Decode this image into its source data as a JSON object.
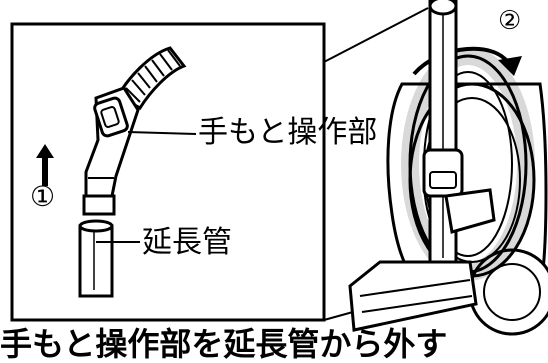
{
  "labels": {
    "handle_part": "手もと操作部",
    "extension_pipe": "延長管",
    "step1": "①",
    "step2": "②"
  },
  "caption": "手もと操作部を延長管から外す",
  "colors": {
    "ink": "#000000",
    "paper": "#ffffff"
  }
}
